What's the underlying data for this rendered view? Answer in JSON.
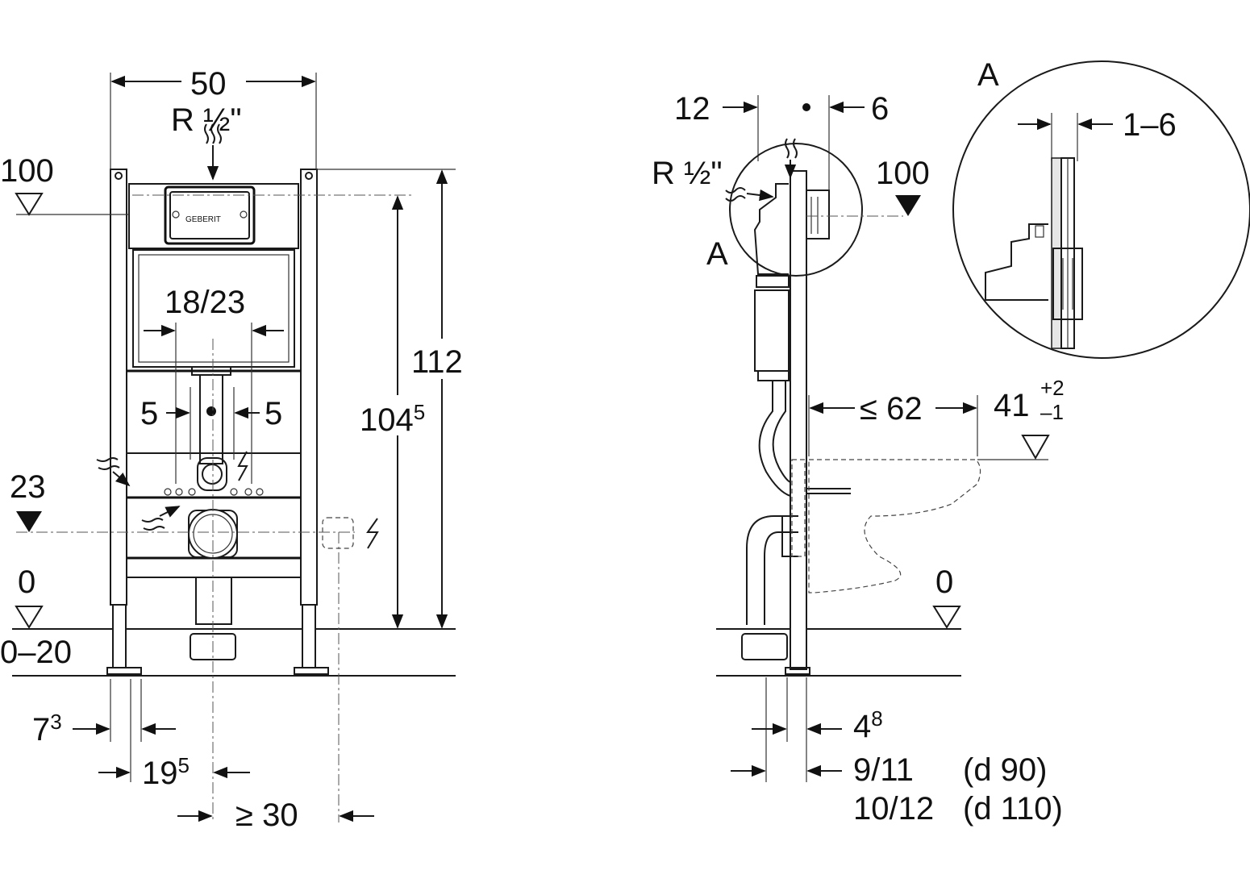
{
  "front_view": {
    "width": "50",
    "connection": "R ½\"",
    "level_100": "100",
    "plate_label": "18/23",
    "offset_left": "5",
    "offset_right": "5",
    "height_total": "112",
    "height_frame": "104",
    "height_frame_sup": "5",
    "level_23": "23",
    "level_0": "0",
    "floor_range": "0–20",
    "foot_offset": "7",
    "foot_offset_sup": "3",
    "center_offset": "19",
    "center_offset_sup": "5",
    "side_min": "≥ 30"
  },
  "side_view": {
    "dim_12": "12",
    "dim_6": "6",
    "connection": "R ½\"",
    "level_100": "100",
    "detail_label": "A",
    "projection": "≤ 62",
    "bowl_height": "41",
    "bowl_tol_plus": "+2",
    "bowl_tol_minus": "–1",
    "level_0": "0",
    "depth_4": "4",
    "depth_4_sup": "8",
    "depth_d90": "9/11",
    "depth_d90_note": "(d 90)",
    "depth_d110": "10/12",
    "depth_d110_note": "(d 110)"
  },
  "detail": {
    "label": "A",
    "thickness": "1–6"
  },
  "colors": {
    "line": "#1a1a1a",
    "background": "#ffffff"
  }
}
